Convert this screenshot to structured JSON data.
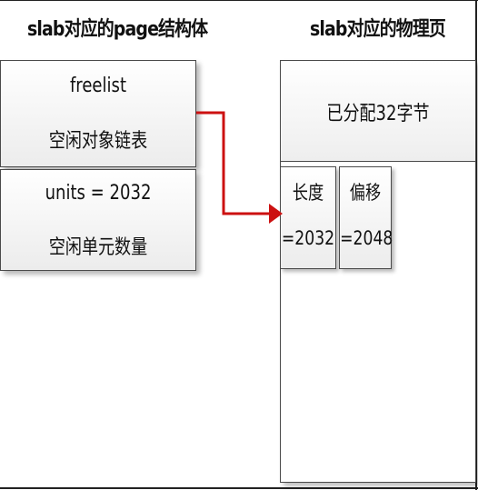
{
  "left": {
    "title": "slab对应的page结构体",
    "freelist_box": {
      "line1": "freelist",
      "line2": "空闲对象链表"
    },
    "units_box": {
      "line1": "units = 2032",
      "line2": "空闲单元数量"
    }
  },
  "right": {
    "title": "slab对应的物理页",
    "allocated_label": "已分配32字节",
    "length_cell": {
      "line1": "长度",
      "line2": "=2032"
    },
    "offset_cell": {
      "line1": "偏移",
      "line2": "=2048"
    }
  },
  "colors": {
    "arrow": "#cc1111",
    "border": "#4a4a4a"
  }
}
